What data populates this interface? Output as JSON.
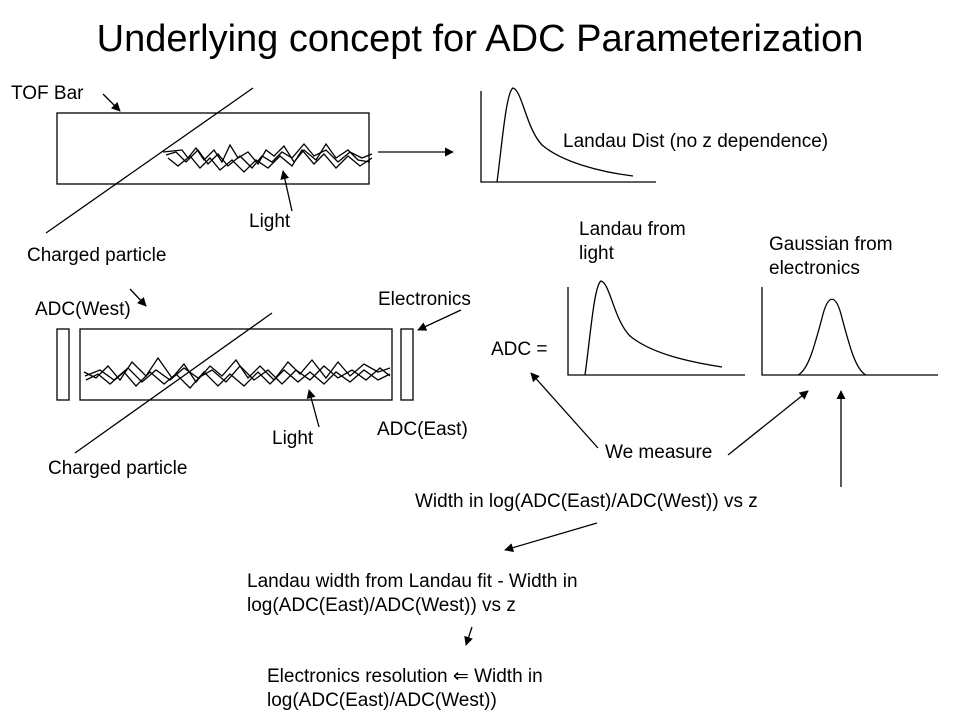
{
  "slide": {
    "title": "Underlying concept for ADC Parameterization",
    "top_diagram": {
      "tof_bar_label": "TOF Bar",
      "charged_particle_label": "Charged particle",
      "light_label": "Light",
      "landau_label": "Landau Dist (no z dependence)"
    },
    "bottom_diagram": {
      "adc_west_label": "ADC(West)",
      "electronics_label": "Electronics",
      "adc_east_label": "ADC(East)",
      "charged_particle_label": "Charged particle",
      "light_label": "Light"
    },
    "equation": {
      "landau_from_light_line1": "Landau from",
      "landau_from_light_line2": "light",
      "gaussian_line1": "Gaussian from",
      "gaussian_line2": "electronics",
      "adc_equals": "ADC =",
      "we_measure": "We measure"
    },
    "flow": {
      "step1": "Width in log(ADC(East)/ADC(West)) vs z",
      "step2_line1": "Landau width from Landau fit - Width in",
      "step2_line2": "log(ADC(East)/ADC(West)) vs z",
      "step3_line1": "Electronics resolution",
      "step3_arrow": "⇐",
      "step3_line1_rest": "Width in",
      "step3_line2": "log(ADC(East)/ADC(West))"
    }
  },
  "colors": {
    "ink": "#000000",
    "background": "#ffffff"
  }
}
